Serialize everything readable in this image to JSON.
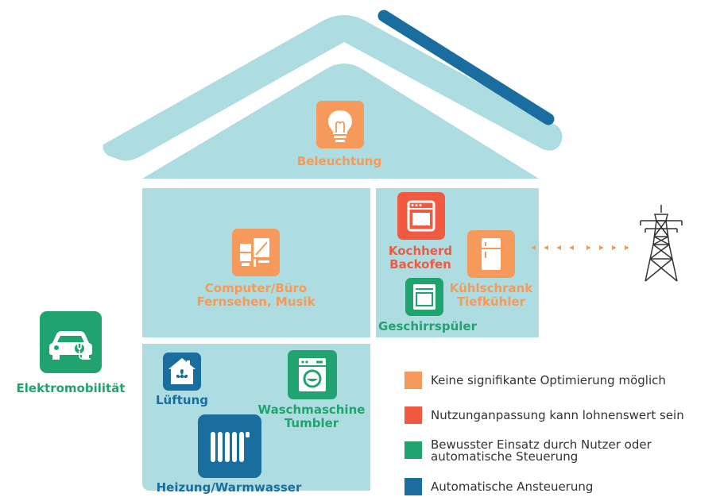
{
  "colors": {
    "house": "#addde1",
    "orange": "#f59a5a",
    "red": "#f05a40",
    "green": "#21a370",
    "blue": "#1a6e9f",
    "roof_accent": "#1a6e9f"
  },
  "devices": {
    "lighting": {
      "label": "Beleuchtung",
      "category": "orange",
      "icon": "lightbulb-icon"
    },
    "computer": {
      "label_1": "Computer/Büro",
      "label_2": "Fernsehen, Musik",
      "category": "orange",
      "icon": "computer-tv-icon"
    },
    "stove": {
      "label_1": "Kochherd",
      "label_2": "Backofen",
      "category": "red",
      "icon": "oven-icon"
    },
    "fridge": {
      "label_1": "Kühlschrank",
      "label_2": "Tiefkühler",
      "category": "orange",
      "icon": "fridge-icon"
    },
    "dishwasher": {
      "label": "Geschirrspüler",
      "category": "green",
      "icon": "dishwasher-icon"
    },
    "ev": {
      "label": "Elektromobilität",
      "category": "green",
      "icon": "electric-car-icon"
    },
    "ventilation": {
      "label": "Lüftung",
      "category": "blue",
      "icon": "ventilation-icon"
    },
    "washer": {
      "label_1": "Waschmaschine",
      "label_2": "Tumbler",
      "category": "green",
      "icon": "washing-machine-icon"
    },
    "heating": {
      "label": "Heizung/Warmwasser",
      "category": "blue",
      "icon": "radiator-icon"
    }
  },
  "legend": [
    {
      "label": "Keine signifikante Optimierung möglich",
      "color": "#f59a5a"
    },
    {
      "label": "Nutzunganpassung kann lohnenswert sein",
      "color": "#f05a40"
    },
    {
      "label_1": "Bewusster Einsatz durch Nutzer oder",
      "label_2": "automatische Steuerung",
      "color": "#21a370"
    },
    {
      "label": "Automatische Ansteuerung",
      "color": "#1a6e9f"
    }
  ],
  "grid": {
    "icon": "power-pylon-icon"
  }
}
